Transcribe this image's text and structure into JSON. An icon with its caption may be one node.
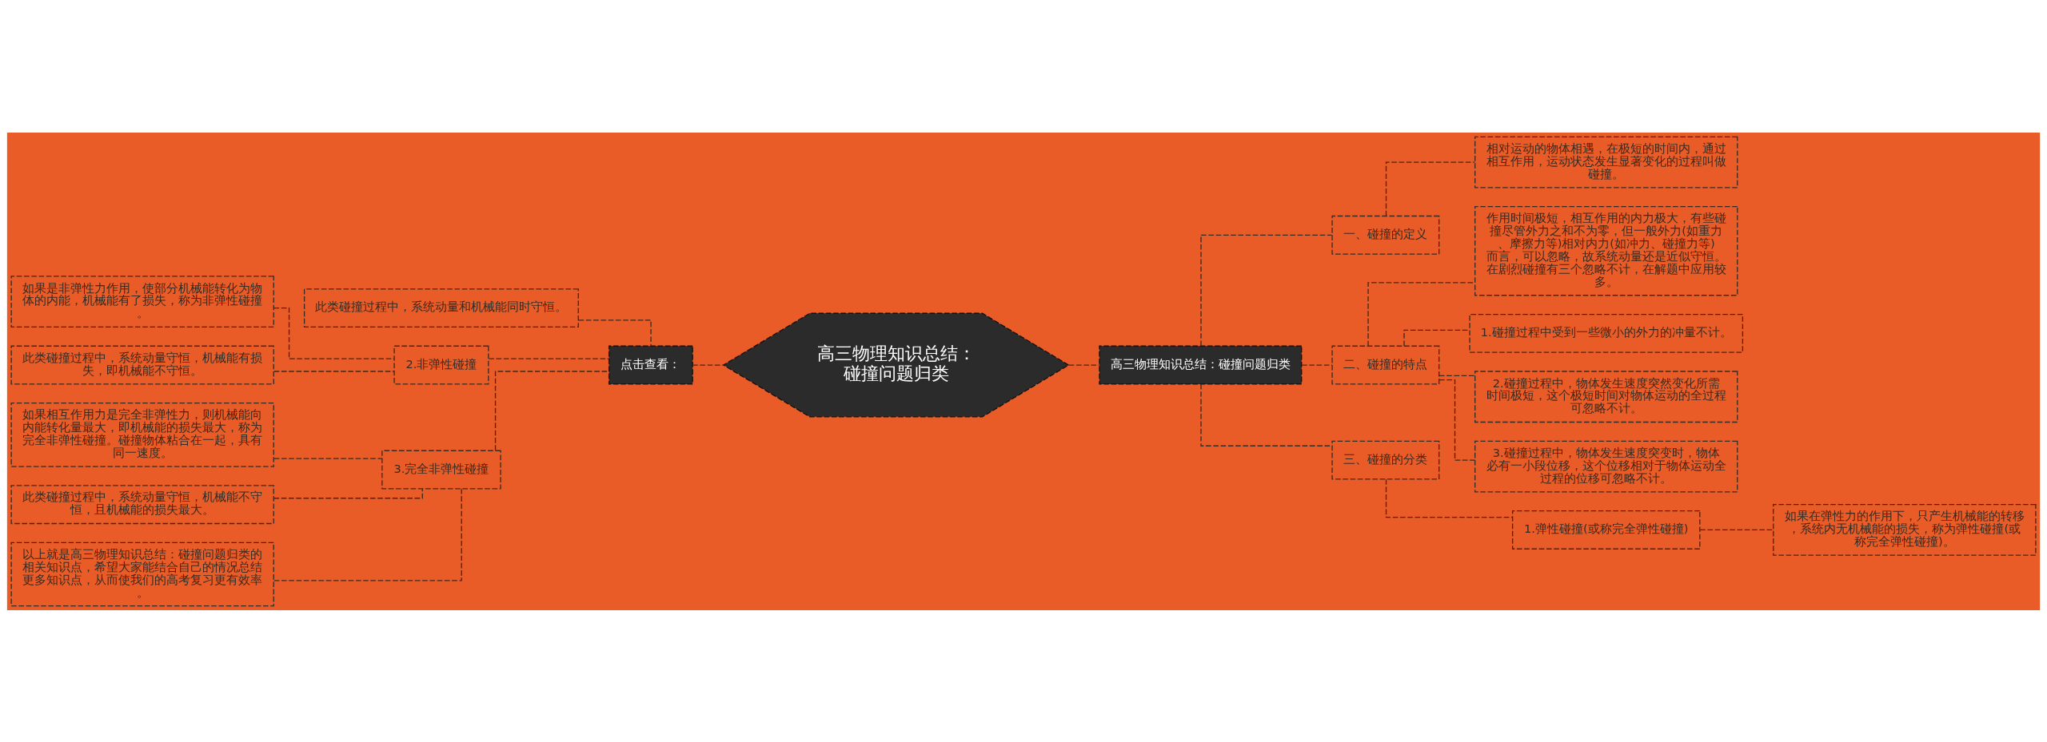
{
  "diagram": {
    "nodes": [
      {
        "text": [
          "高三物理知识总结：碰撞问题归类"
        ]
      },
      {
        "text": [
          "点击查看："
        ]
      },
      {
        "text": [
          "此类碰撞过程中，系统动量和机械能同时守恒。"
        ]
      },
      {
        "text": [
          "2.非弹性碰撞"
        ]
      },
      {
        "text": [
          "如果是非弹性力作用，使部分机械能转化为物体的内能，机械能有了损失，称为非弹性碰撞。"
        ]
      },
      {
        "text": [
          "此类碰撞过程中，系统动量守恒，机械能有损失，即机械能不守恒。"
        ]
      },
      {
        "text": [
          "3.完全非弹性碰撞"
        ]
      },
      {
        "text": [
          "如果相互作用力是完全非弹性力，则机械能向内能转化量最大，即机械能的损失最大，称为完全非弹性碰撞。碰撞物体粘合在一起，具有同一速度。"
        ]
      },
      {
        "text": [
          "此类碰撞过程中，系统动量守恒，机械能不守恒，且机械能的损失最大。"
        ]
      },
      {
        "text": [
          "以上就是高三物理知识总结：碰撞问题归类的相关知识点，希望大家能结合自己的情况总结更多知识点，从而使我们的高考复习更有效率。"
        ]
      },
      {
        "text": [
          "高三物理知识总结：碰撞问题归类"
        ]
      },
      {
        "text": [
          "一、碰撞的定义"
        ]
      },
      {
        "text": [
          "相对运动的物体相遇，在极短的时间内，通过相互作用，运动状态发生显著变化的过程叫做碰撞。"
        ]
      },
      {
        "text": [
          "二、碰撞的特点"
        ]
      },
      {
        "text": [
          "作用时间极短，相互作用的内力极大，有些碰撞尽管外力之和不为零，但一般外力(如重力、摩擦力等)相对内力(如冲力、碰撞力等)而言，可以忽略，故系统动量还是近似守恒。在剧烈碰撞有三个忽略不计，在解题中应用较多。"
        ]
      },
      {
        "text": [
          "1.碰撞过程中受到一些微小的外力的冲量不计。"
        ]
      },
      {
        "text": [
          "2.碰撞过程中，物体发生速度突然变化所需时间极短，这个极短时间对物体运动的全过程可忽略不计。"
        ]
      },
      {
        "text": [
          "3.碰撞过程中，物体发生速度突变时，物体必有一小段位移，这个位移相对于物体运动全过程的位移可忽略不计。"
        ]
      },
      {
        "text": [
          "三、碰撞的分类"
        ]
      },
      {
        "text": [
          "1.弹性碰撞(或称完全弹性碰撞)"
        ]
      },
      {
        "text": [
          "如果在弹性力的作用下，只产生机械能的转移，系统内无机械能的损失，称为弹性碰撞(或称完全弹性碰撞)。"
        ]
      }
    ],
    "edges": [
      {
        "from": 0,
        "to": 1,
        "arrow": "none"
      },
      {
        "from": 1,
        "to": 2,
        "arrow": "none"
      },
      {
        "from": 1,
        "to": 3,
        "arrow": "none"
      },
      {
        "from": 3,
        "to": 4,
        "arrow": "none"
      },
      {
        "from": 3,
        "to": 5,
        "arrow": "none"
      },
      {
        "from": 1,
        "to": 6,
        "arrow": "none"
      },
      {
        "from": 6,
        "to": 7,
        "arrow": "none"
      },
      {
        "from": 6,
        "to": 8,
        "arrow": "none"
      },
      {
        "from": 6,
        "to": 9,
        "arrow": "none"
      },
      {
        "from": 0,
        "to": 10,
        "arrow": "none"
      },
      {
        "from": 10,
        "to": 11,
        "arrow": "none"
      },
      {
        "from": 11,
        "to": 12,
        "arrow": "none"
      },
      {
        "from": 10,
        "to": 13,
        "arrow": "none"
      },
      {
        "from": 13,
        "to": 14,
        "arrow": "none"
      },
      {
        "from": 13,
        "to": 15,
        "arrow": "none"
      },
      {
        "from": 13,
        "to": 16,
        "arrow": "none"
      },
      {
        "from": 13,
        "to": 17,
        "arrow": "none"
      },
      {
        "from": 10,
        "to": 18,
        "arrow": "none"
      },
      {
        "from": 18,
        "to": 19,
        "arrow": "none"
      },
      {
        "from": 19,
        "to": 20,
        "arrow": "none"
      }
    ]
  }
}
